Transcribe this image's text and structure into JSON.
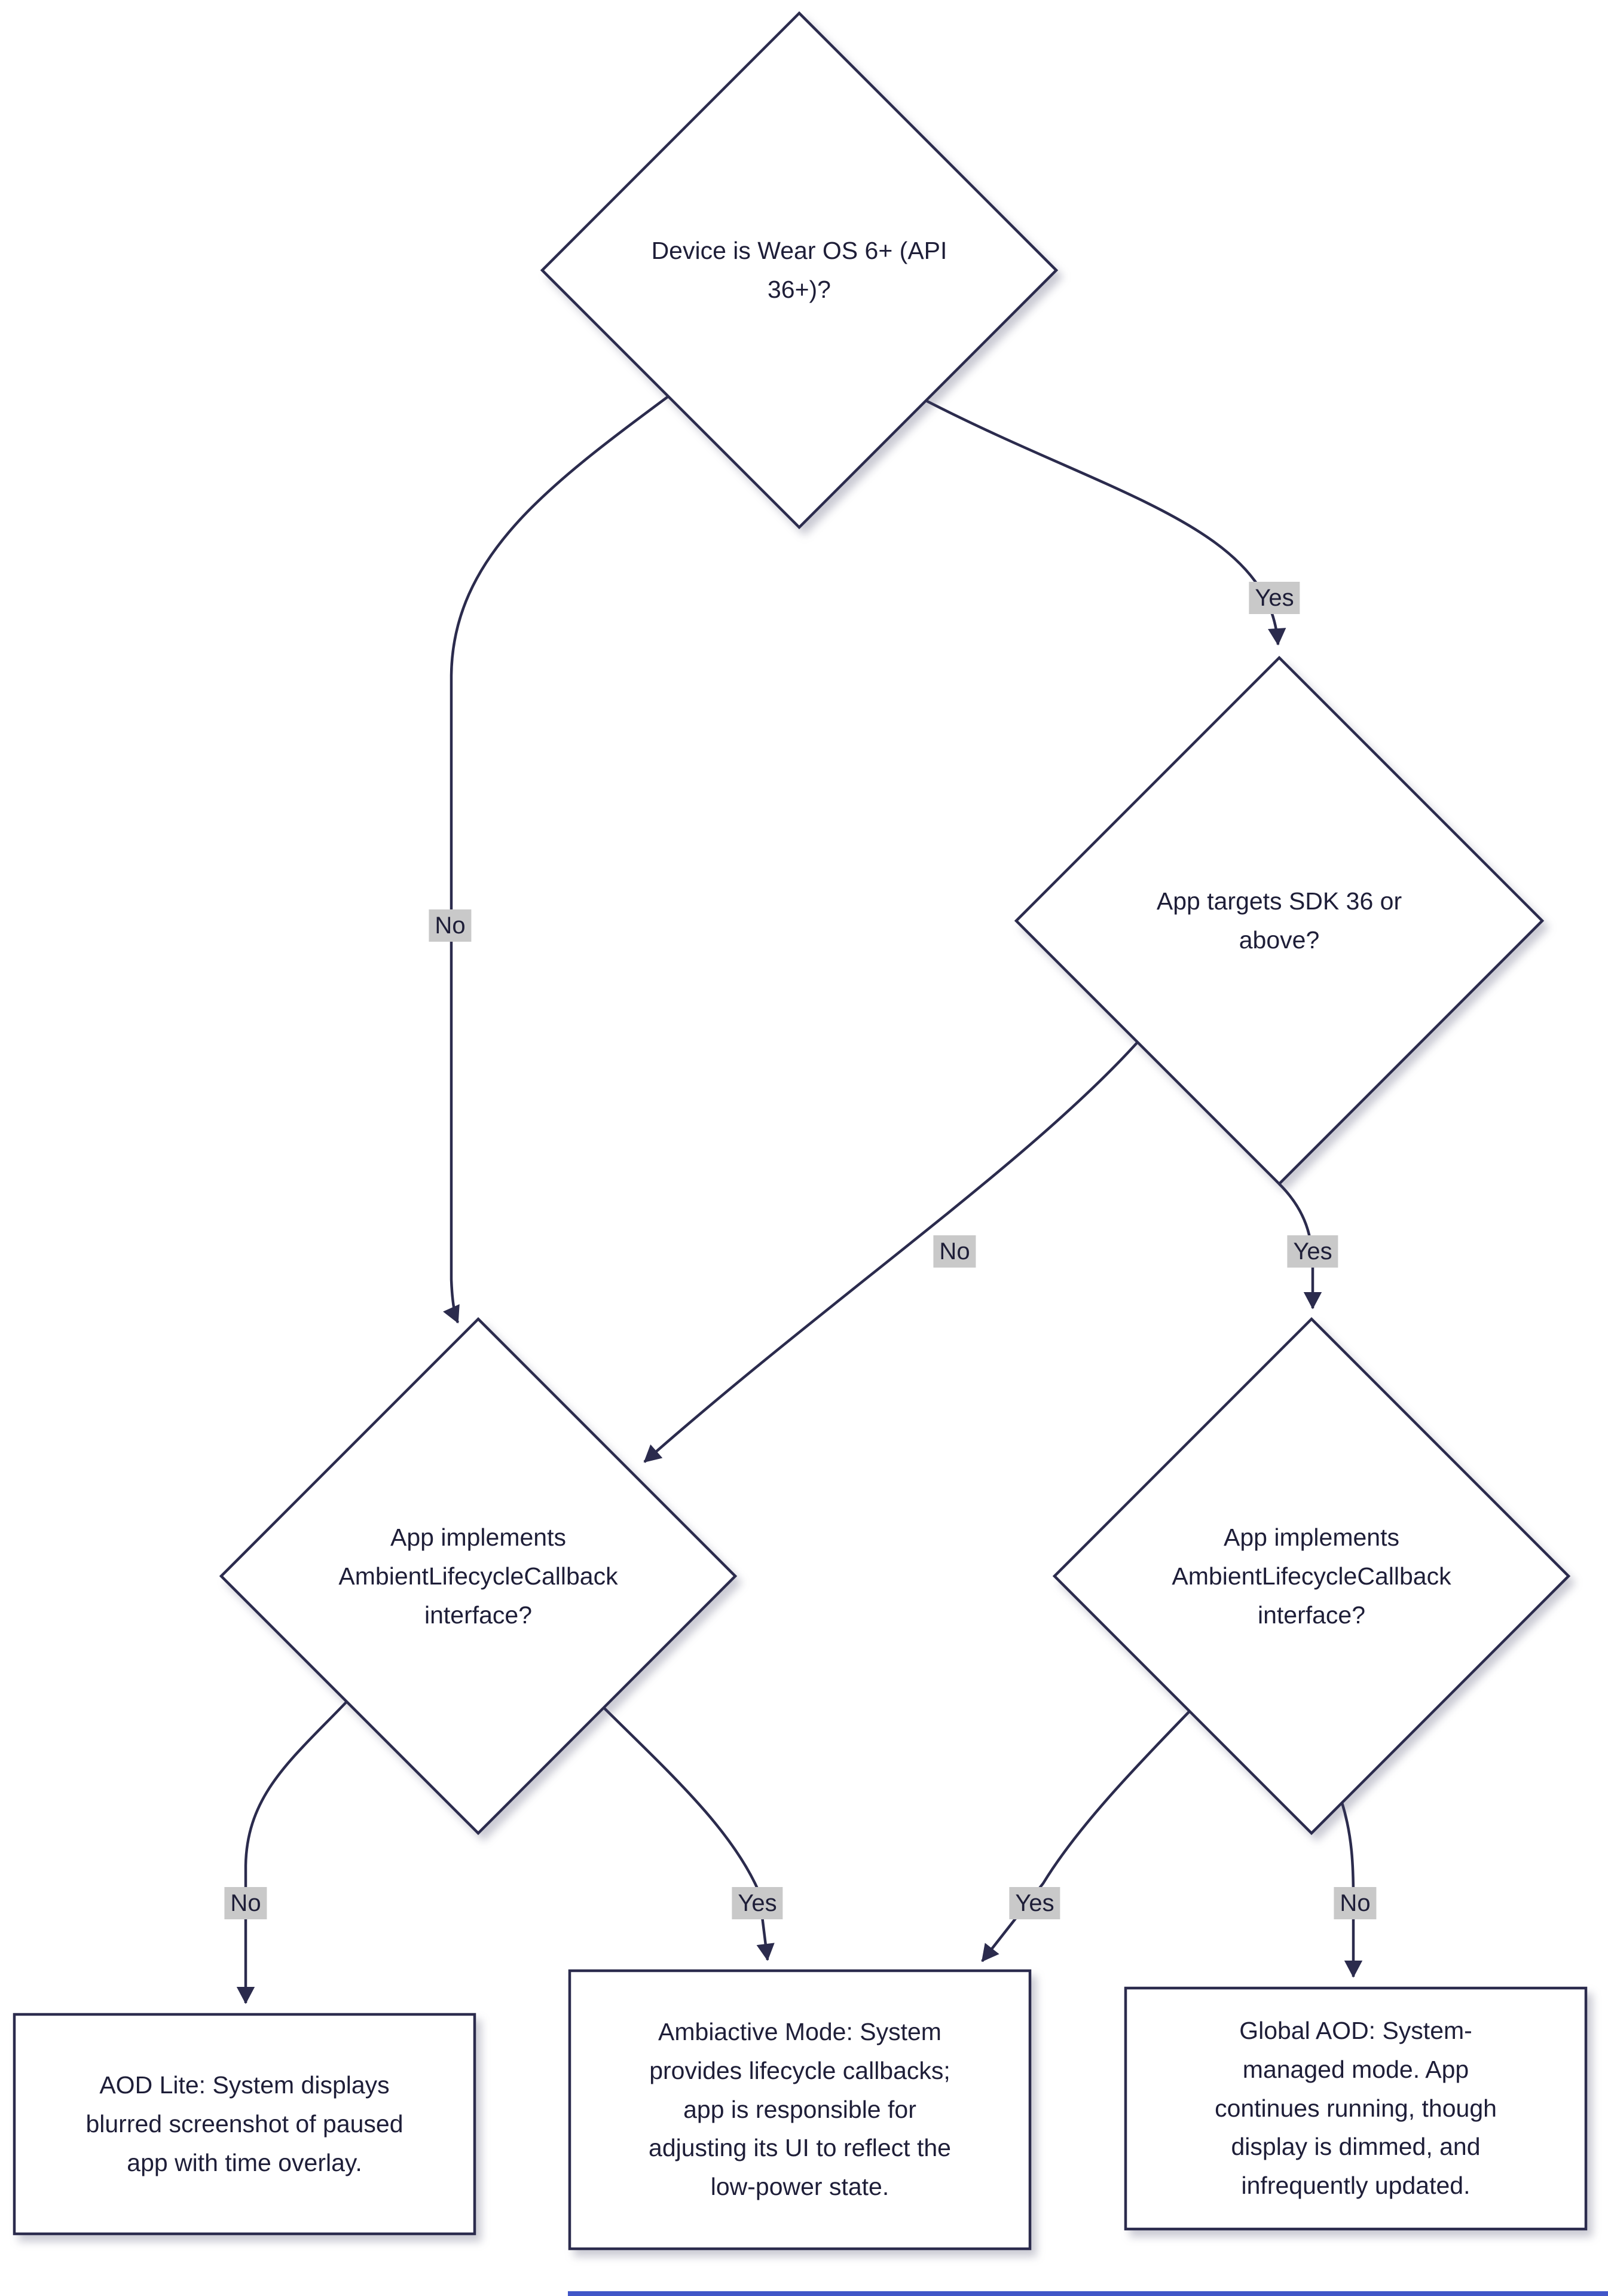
{
  "diagram": {
    "decisions": {
      "q_device": {
        "label": "Device is Wear OS 6+ (API 36+)?"
      },
      "q_sdk": {
        "label": "App targets SDK 36 or above?"
      },
      "q_ambient_left": {
        "label": "App implements AmbientLifecycleCallback interface?"
      },
      "q_ambient_right": {
        "label": "App implements AmbientLifecycleCallback interface?"
      }
    },
    "results": {
      "aod_lite": {
        "label": "AOD Lite: System displays blurred screenshot of paused app with time overlay."
      },
      "ambiactive": {
        "label": "Ambiactive Mode: System provides lifecycle callbacks; app is responsible for adjusting its UI to reflect the low-power state."
      },
      "global_aod": {
        "label": "Global AOD: System-managed mode. App continues running, though display is dimmed, and infrequently updated."
      }
    },
    "edge_labels": {
      "device_yes": "Yes",
      "device_no": "No",
      "sdk_no": "No",
      "sdk_yes": "Yes",
      "left_no": "No",
      "left_yes": "Yes",
      "right_yes": "Yes",
      "right_no": "No"
    },
    "colors": {
      "stroke": "#2b2b4d",
      "text": "#1e1e38",
      "label_bg": "#c9c9c9",
      "shape_fill": "#ffffff",
      "accent_strip": "#4156c8"
    }
  }
}
